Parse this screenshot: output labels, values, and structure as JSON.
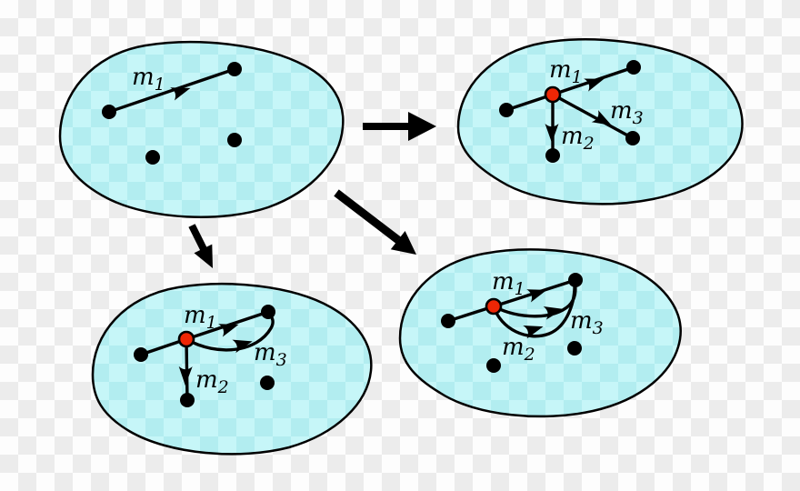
{
  "colors": {
    "background_checker_light": "#fdfdfd",
    "background_checker_dark": "#ececec",
    "blob_checker_light": "#c6f6f8",
    "blob_checker_dark": "#b2edf0",
    "outline": "#000000",
    "red_node": "#ee2605"
  },
  "labels": {
    "top_left": {
      "m1": {
        "base": "m",
        "sub": "1"
      }
    },
    "top_right": {
      "m1": {
        "base": "m",
        "sub": "1"
      },
      "m2": {
        "base": "m",
        "sub": "2"
      },
      "m3": {
        "base": "m",
        "sub": "3"
      }
    },
    "bottom_left": {
      "m1": {
        "base": "m",
        "sub": "1"
      },
      "m2": {
        "base": "m",
        "sub": "2"
      },
      "m3": {
        "base": "m",
        "sub": "3"
      }
    },
    "bottom_right": {
      "m1": {
        "base": "m",
        "sub": "1"
      },
      "m2": {
        "base": "m",
        "sub": "2"
      },
      "m3": {
        "base": "m",
        "sub": "3"
      }
    }
  }
}
